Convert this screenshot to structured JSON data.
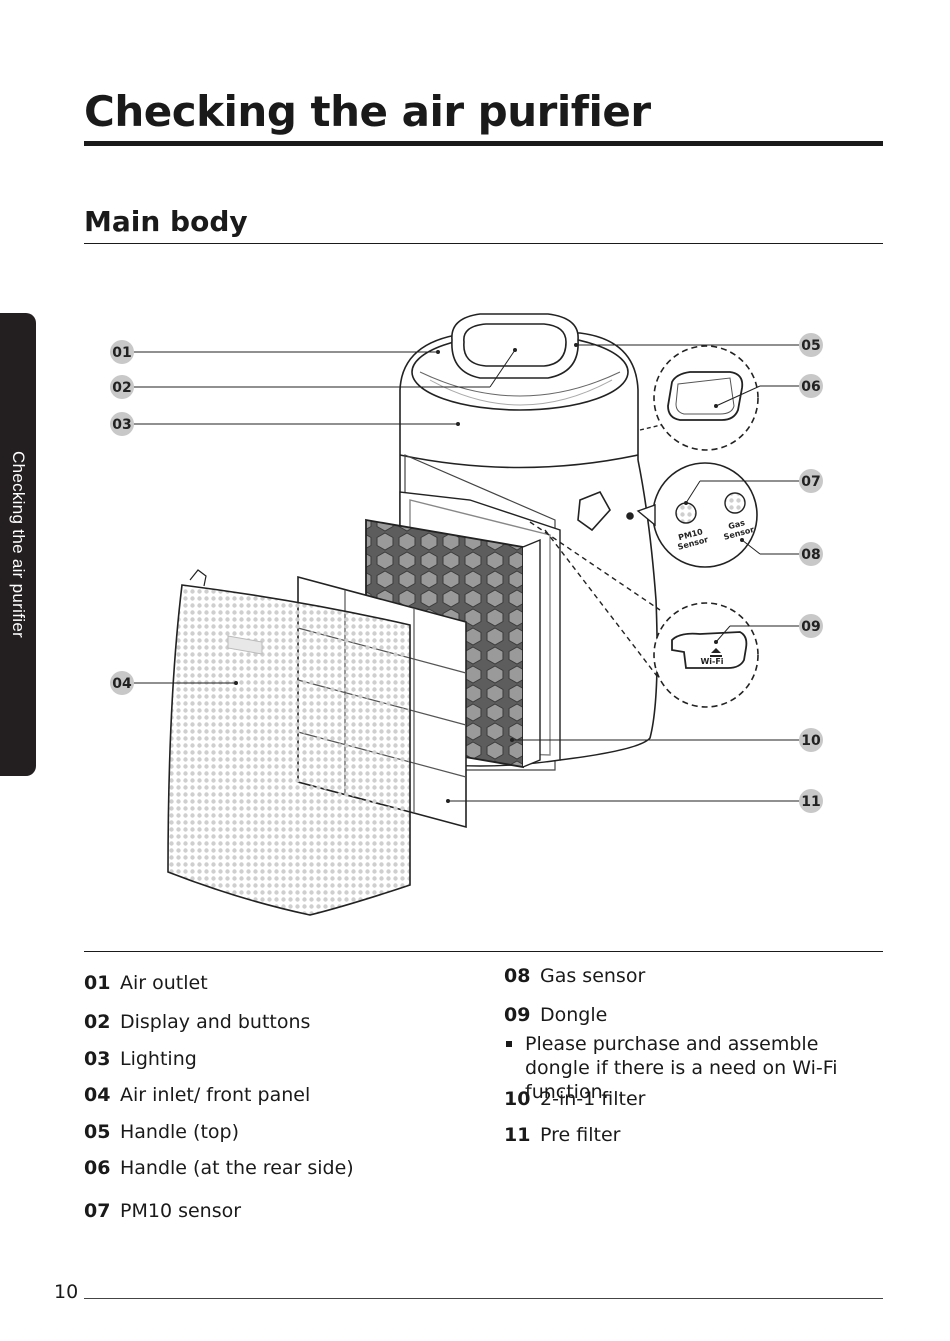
{
  "page": {
    "title": "Checking the air purifier",
    "section": "Main body",
    "side_tab": "Checking the air purifier",
    "page_number": "10"
  },
  "figure": {
    "callouts": [
      "01",
      "02",
      "03",
      "04",
      "05",
      "06",
      "07",
      "08",
      "09",
      "10",
      "11"
    ],
    "sensor_labels": {
      "pm10_line1": "PM10",
      "pm10_line2": "Sensor",
      "gas_line1": "Gas",
      "gas_line2": "Sensor"
    },
    "dongle_label": "Wi-Fi"
  },
  "legend": {
    "left": [
      {
        "num": "01",
        "label": "Air outlet"
      },
      {
        "num": "02",
        "label": "Display and buttons"
      },
      {
        "num": "03",
        "label": "Lighting"
      },
      {
        "num": "04",
        "label": "Air inlet/ front panel"
      },
      {
        "num": "05",
        "label": "Handle (top)"
      },
      {
        "num": "06",
        "label": "Handle (at the rear side)"
      },
      {
        "num": "07",
        "label": "PM10 sensor"
      }
    ],
    "right": [
      {
        "num": "08",
        "label": "Gas sensor"
      },
      {
        "num": "09",
        "label": "Dongle"
      },
      {
        "num": "10",
        "label": "2-in-1 filter"
      },
      {
        "num": "11",
        "label": "Pre filter"
      }
    ],
    "dongle_note": "Please purchase and assemble dongle if there is a need on Wi-Fi function."
  }
}
